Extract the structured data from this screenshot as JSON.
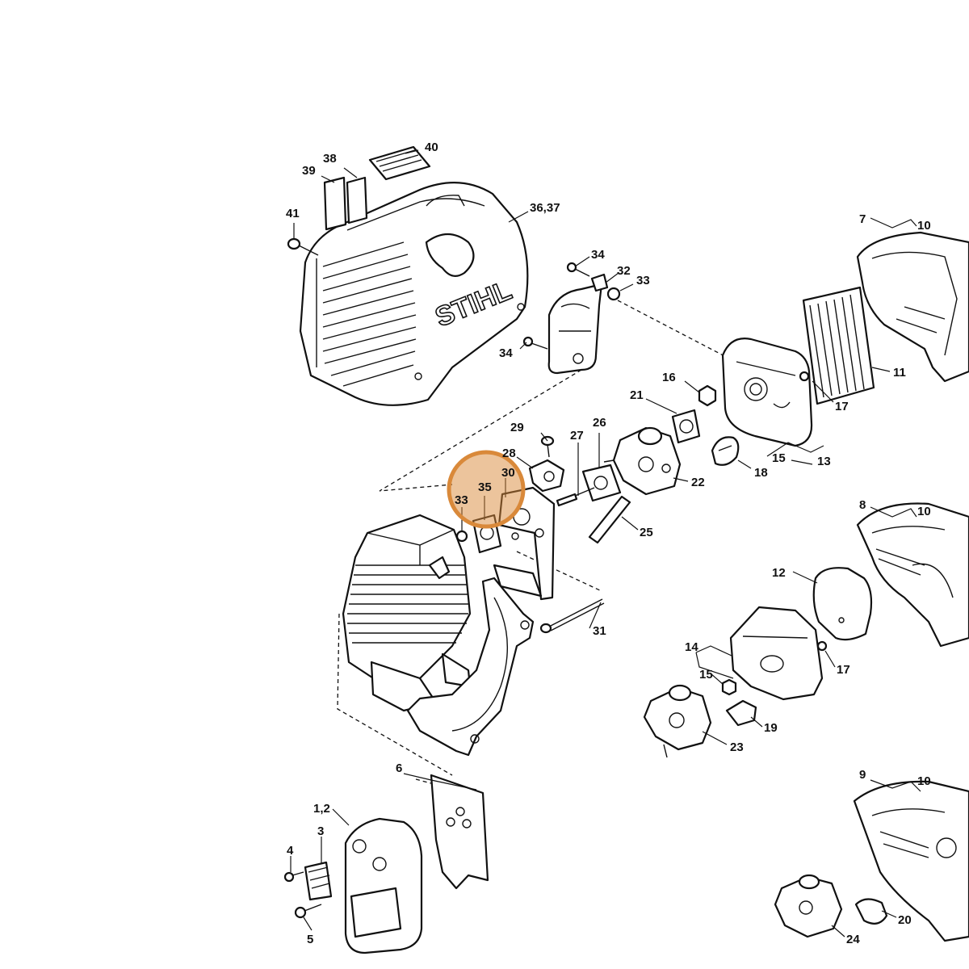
{
  "logo": {
    "text": "STIHL"
  },
  "highlight": {
    "color": "#D9893A",
    "part": "35"
  },
  "labels": {
    "p40": "40",
    "p38": "38",
    "p39": "39",
    "p41": "41",
    "p36_37": "36,37",
    "p34a": "34",
    "p32": "32",
    "p33a": "33",
    "p34b": "34",
    "p7a": "7",
    "p10a": "10",
    "p11": "11",
    "p16": "16",
    "p21": "21",
    "p17a": "17",
    "p15a": "15",
    "p13": "13",
    "p18": "18",
    "p29": "29",
    "p26": "26",
    "p27": "27",
    "p28": "28",
    "p30": "30",
    "p35": "35",
    "p33b": "33",
    "p22": "22",
    "p25": "25",
    "p31": "31",
    "p8": "8",
    "p10b": "10",
    "p12": "12",
    "p14": "14",
    "p15b": "15",
    "p17b": "17",
    "p19": "19",
    "p23": "23",
    "p6": "6",
    "p1_2": "1,2",
    "p3": "3",
    "p4": "4",
    "p5": "5",
    "p9": "9",
    "p10c": "10",
    "p20": "20",
    "p24": "24"
  }
}
